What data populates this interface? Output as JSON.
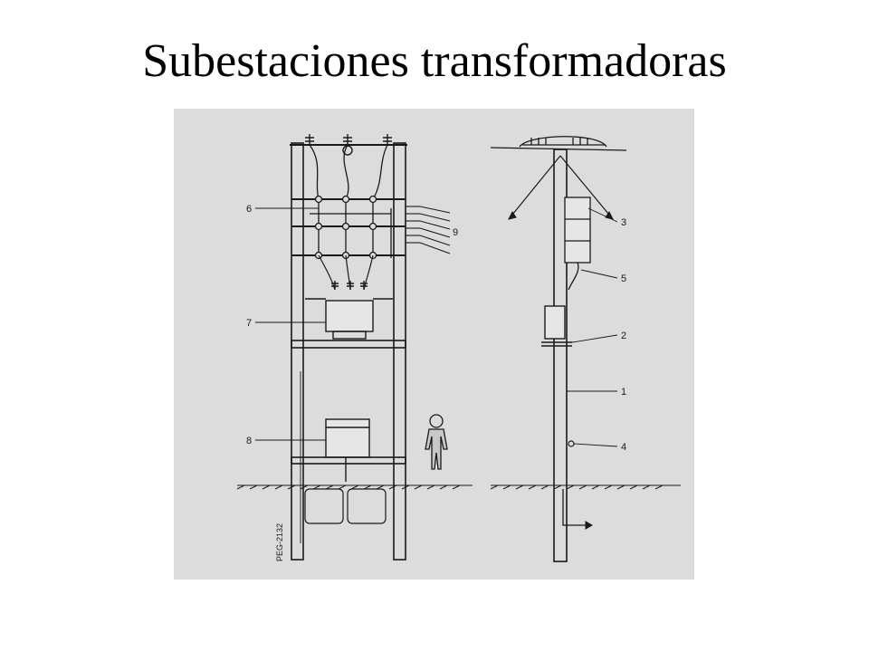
{
  "slide": {
    "title": "Subestaciones transformadoras"
  },
  "diagram": {
    "drawing_code": "PEG-2132",
    "labels": {
      "l1": "1",
      "l2": "2",
      "l3": "3",
      "l4": "4",
      "l5": "5",
      "l6": "6",
      "l7": "7",
      "l8": "8",
      "l9": "9"
    }
  },
  "colors": {
    "paper": "#dcdcdc",
    "ink": "#1a1a1a",
    "background": "#ffffff"
  }
}
